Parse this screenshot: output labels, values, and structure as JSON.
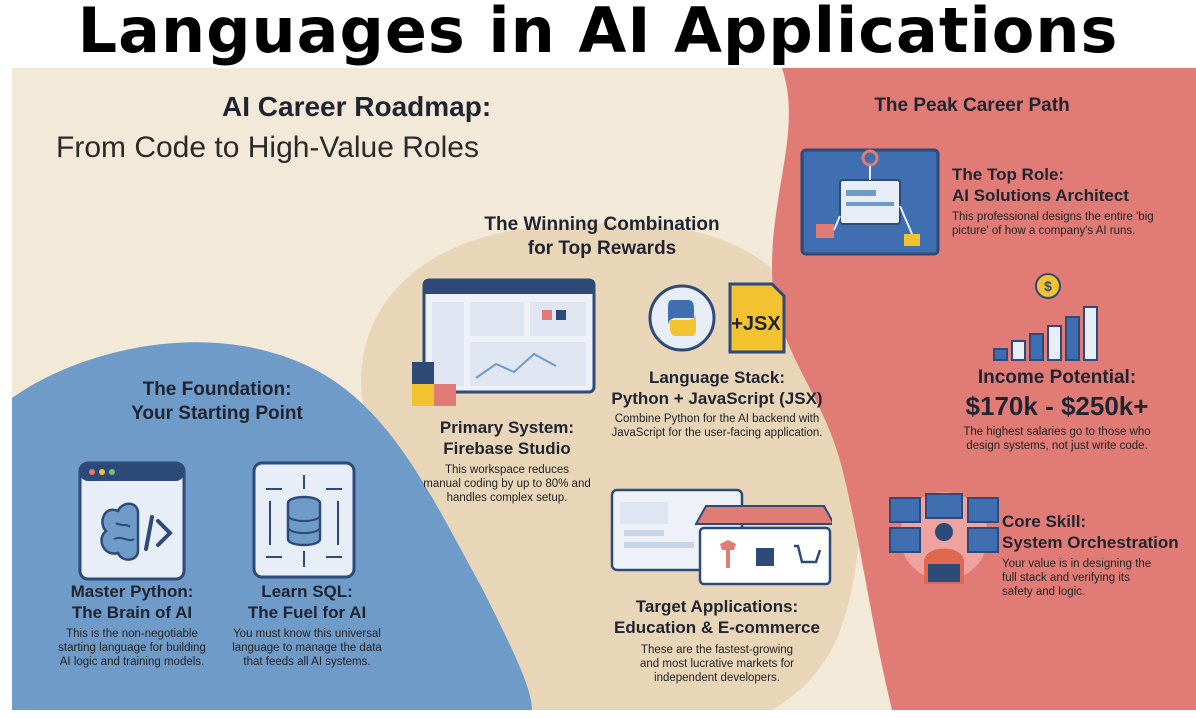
{
  "header": {
    "title": "Languages in AI Applications"
  },
  "roadmap": {
    "title": "AI Career Roadmap:",
    "subtitle": "From Code to High-Value Roles"
  },
  "foundation": {
    "heading_line1": "The Foundation:",
    "heading_line2": "Your Starting Point",
    "python": {
      "title_line1": "Master Python:",
      "title_line2": "The Brain of AI",
      "desc_line1": "This is the non-negotiable",
      "desc_line2": "starting language for building",
      "desc_line3": "AI logic and training models."
    },
    "sql": {
      "title_line1": "Learn SQL:",
      "title_line2": "The Fuel for AI",
      "desc_line1": "You must know this universal",
      "desc_line2": "language to manage the data",
      "desc_line3": "that feeds all AI systems."
    }
  },
  "winning": {
    "heading_line1": "The Winning Combination",
    "heading_line2": "for Top Rewards",
    "primary": {
      "title_line1": "Primary System:",
      "title_line2": "Firebase Studio",
      "desc_line1": "This workspace reduces",
      "desc_line2": "manual coding by up to 80% and",
      "desc_line3": "handles complex setup."
    },
    "stack": {
      "badge": "+JSX",
      "title_line1": "Language Stack:",
      "title_line2": "Python + JavaScript (JSX)",
      "desc_line1": "Combine Python for the AI backend with",
      "desc_line2": "JavaScript for the user-facing application."
    },
    "targets": {
      "title_line1": "Target Applications:",
      "title_line2": "Education & E-commerce",
      "desc_line1": "These are the fastest-growing",
      "desc_line2": "and most lucrative markets for",
      "desc_line3": "independent developers."
    }
  },
  "peak": {
    "heading": "The Peak Career Path",
    "role": {
      "title_line1": "The Top Role:",
      "title_line2": "AI Solutions Architect",
      "desc_line1": "This professional designs the entire 'big",
      "desc_line2": "picture' of how a company's AI runs."
    },
    "income": {
      "title": "Income Potential:",
      "range": "$170k - $250k+",
      "desc_line1": "The highest salaries go to those who",
      "desc_line2": "design systems, not just write code.",
      "bar_levels": [
        0.18,
        0.3,
        0.42,
        0.55,
        0.7,
        0.85
      ]
    },
    "skill": {
      "title_line1": "Core Skill:",
      "title_line2": "System Orchestration",
      "desc_line1": "Your value is in designing the",
      "desc_line2": "full stack and verifying its",
      "desc_line3": "safety and logic."
    }
  },
  "colors": {
    "cream": "#f3e9d9",
    "tan": "#e9d6b8",
    "blue": "#6f9bc9",
    "red": "#e07b76",
    "navy": "#2d4a78",
    "gold": "#f2c230"
  }
}
